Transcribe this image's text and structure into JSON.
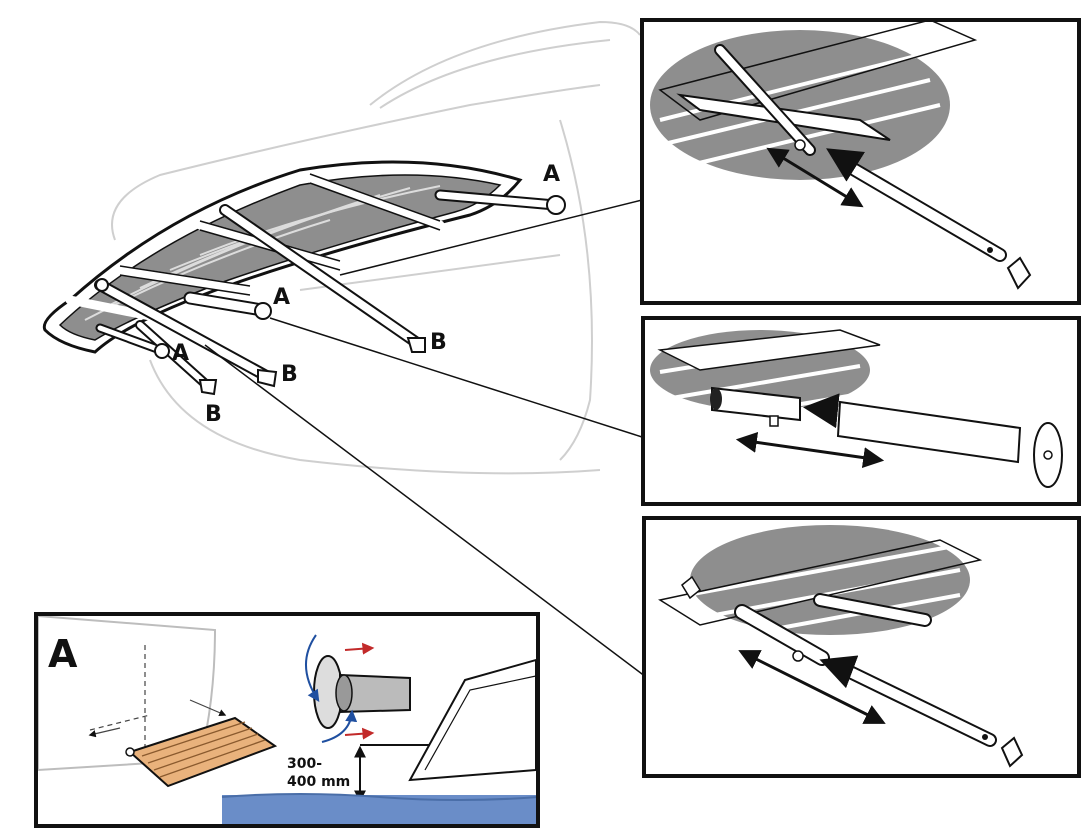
{
  "main_diagram": {
    "labels": {
      "a1": "A",
      "a2": "A",
      "a3": "A",
      "b1": "B",
      "b2": "B",
      "b3": "B"
    }
  },
  "inset_a": {
    "title": "A",
    "dimension_line1": "300-",
    "dimension_line2": "400 mm"
  },
  "colors": {
    "canopy_slat": "#8e8e8e",
    "teak": "#e9b27c",
    "water": "#6a8dc8",
    "rotation_arrow": "#1f4fa0",
    "pull_arrow": "#c22a2a",
    "frame": "#000000"
  }
}
